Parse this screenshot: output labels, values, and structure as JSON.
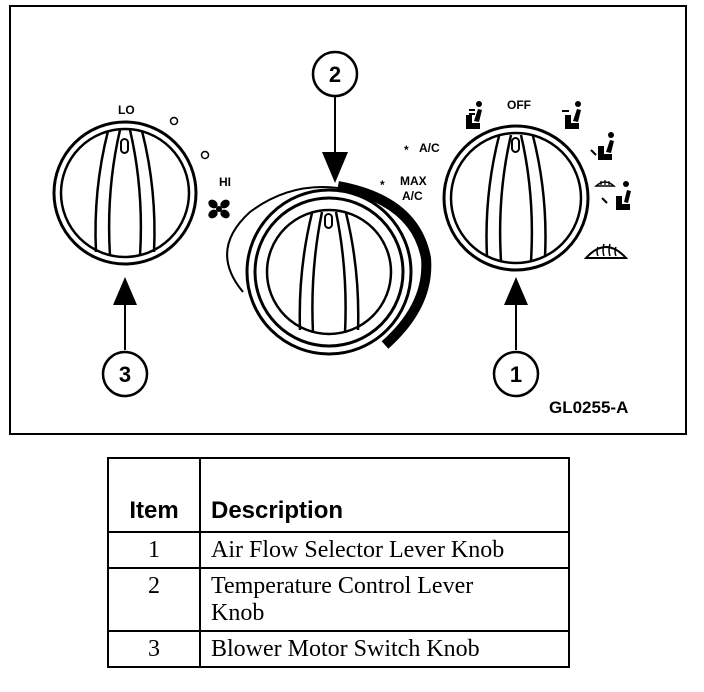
{
  "diagram": {
    "figure_code": "GL0255-A",
    "callouts": {
      "c1": "1",
      "c2": "2",
      "c3": "3"
    },
    "blower_labels": {
      "lo": "LO",
      "hi": "HI"
    },
    "temperature_labels": {
      "ac_star": "*",
      "ac": "A/C",
      "max_star": "*",
      "max": "MAX",
      "max_ac": "A/C"
    },
    "airflow_labels": {
      "off": "OFF"
    },
    "icons": [
      "fan-icon",
      "vent-seat-icon",
      "floor-seat-icon",
      "defrost-seat-icon",
      "windshield-defrost-icon"
    ]
  },
  "legend": {
    "header": {
      "item": "Item",
      "description": "Description"
    },
    "rows": [
      {
        "item": "1",
        "description": "Air Flow Selector Lever Knob"
      },
      {
        "item": "2",
        "description": "Temperature Control Lever Knob"
      },
      {
        "item": "3",
        "description": "Blower Motor Switch Knob"
      }
    ]
  }
}
